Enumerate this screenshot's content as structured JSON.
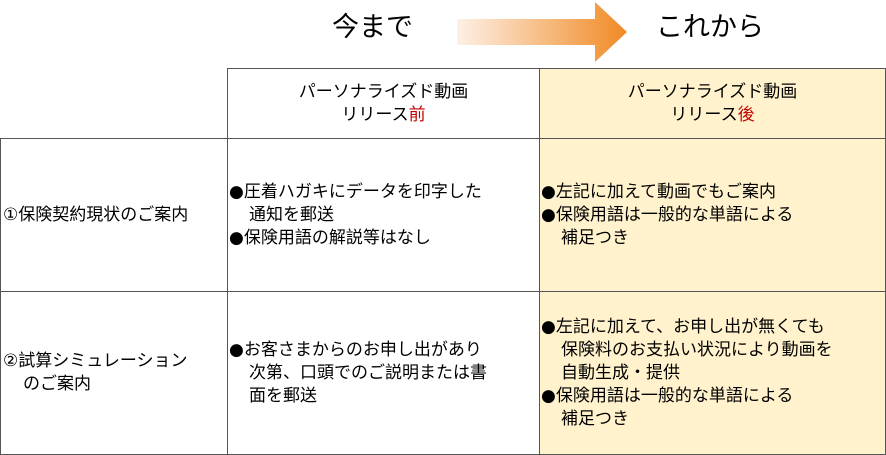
{
  "header": {
    "before": "今まで",
    "after": "これから"
  },
  "colors": {
    "arrow_start": "#fbe3d1",
    "arrow_end": "#f28c28",
    "highlight": "#fff2cc",
    "emphasis": "#c00000"
  },
  "columns": {
    "before": {
      "line1": "パーソナライズド動画",
      "line2_prefix": "リリース",
      "line2_emphasis": "前"
    },
    "after": {
      "line1": "パーソナライズド動画",
      "line2_prefix": "リリース",
      "line2_emphasis": "後"
    }
  },
  "rows": [
    {
      "label": "①保険契約現状のご案内",
      "before": [
        "●圧着ハガキにデータを印字した",
        "通知を郵送",
        "●保険用語の解説等はなし"
      ],
      "after": [
        "●左記に加えて動画でもご案内",
        "●保険用語は一般的な単語による",
        "補足つき"
      ]
    },
    {
      "label_line1": "②試算シミュレーション",
      "label_line2": "のご案内",
      "before": [
        "●お客さまからのお申し出があり",
        "次第、口頭でのご説明または書",
        "面を郵送"
      ],
      "after": [
        "●左記に加えて、お申し出が無くても",
        "保険料のお支払い状況により動画を",
        "自動生成・提供",
        "●保険用語は一般的な単語による",
        "補足つき"
      ]
    }
  ]
}
